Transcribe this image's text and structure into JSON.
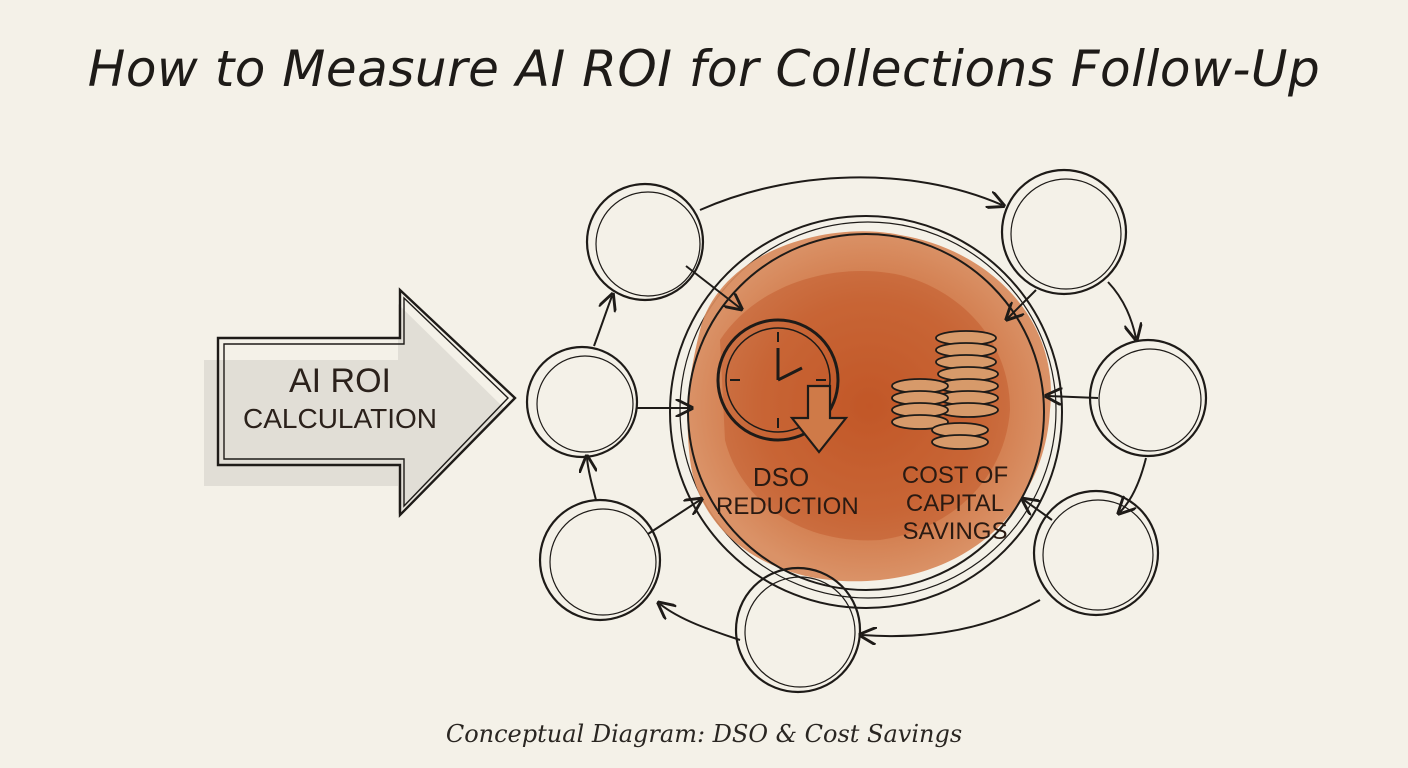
{
  "title": "How to Measure AI ROI for Collections Follow-Up",
  "caption": "Conceptual Diagram: DSO & Cost Savings",
  "input_arrow": {
    "line1": "AI ROI",
    "line2": "CALCULATION"
  },
  "center": {
    "dso": {
      "line1": "DSO",
      "line2": "REDUCTION",
      "icon": "clock-with-down-arrow-icon"
    },
    "cost": {
      "line1": "COST OF",
      "line2": "CAPITAL",
      "line3": "SAVINGS",
      "icon": "coin-stacks-icon"
    }
  },
  "colors": {
    "ink": "#1e1b18",
    "wash": "#c8622e",
    "paper": "#f4f1e8"
  }
}
